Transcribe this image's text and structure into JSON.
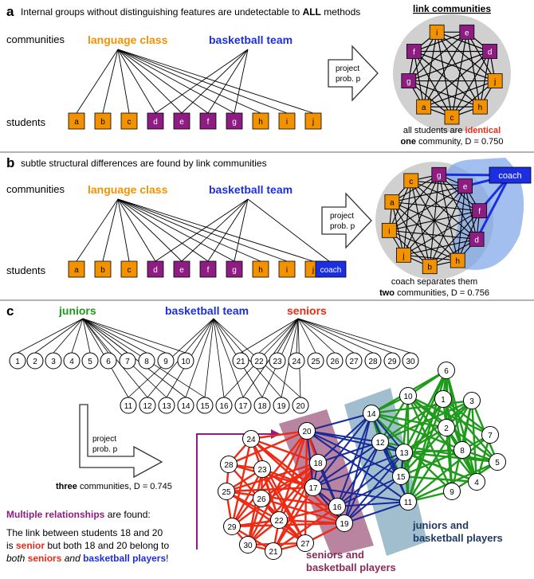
{
  "a": {
    "letter": "a",
    "heading_pre": "Internal groups without distinguishing features are undetectable to ",
    "heading_bold": "ALL",
    "heading_post": " methods",
    "communities_label": "communities",
    "students_label": "students",
    "group1": "language class",
    "group2": "basketball team",
    "students": [
      "a",
      "b",
      "c",
      "d",
      "e",
      "f",
      "g",
      "h",
      "i",
      "j"
    ],
    "arrow": [
      "project",
      "prob. p"
    ],
    "title": "link communities",
    "caption1_pre": "all students are ",
    "caption1_red": "identical",
    "caption2_bold": "one",
    "caption2_rest": " community, D = 0.750",
    "ring": [
      "i",
      "e",
      "d",
      "j",
      "h",
      "c",
      "a",
      "g",
      "f"
    ]
  },
  "b": {
    "letter": "b",
    "heading": "subtle structural differences are found by link communities",
    "communities_label": "communities",
    "students_label": "students",
    "group1": "language class",
    "group2": "basketball team",
    "students": [
      "a",
      "b",
      "c",
      "d",
      "e",
      "f",
      "g",
      "h",
      "i",
      "j"
    ],
    "coach": "coach",
    "arrow": [
      "project",
      "prob. p"
    ],
    "caption1": "coach separates them",
    "caption2_bold": "two",
    "caption2_rest": " communities, D = 0.756",
    "ring": [
      "g",
      "e",
      "f",
      "d",
      "h",
      "b",
      "j",
      "i",
      "a",
      "c"
    ]
  },
  "c": {
    "letter": "c",
    "juniors": "juniors",
    "basketball": "basketball team",
    "seniors": "seniors",
    "top_row": [
      "1",
      "2",
      "3",
      "4",
      "5",
      "6",
      "7",
      "8",
      "9",
      "10",
      "21",
      "22",
      "23",
      "24",
      "25",
      "26",
      "27",
      "28",
      "29",
      "30"
    ],
    "bottom_row": [
      "11",
      "12",
      "13",
      "14",
      "15",
      "16",
      "17",
      "18",
      "19",
      "20"
    ],
    "arrow": [
      "project",
      "prob. p"
    ],
    "three_bold": "three",
    "three_rest": " communities, D = 0.745",
    "multi_bold": "Multiple relationships",
    "multi_rest": " are found:",
    "line1": "The link between students 18 and 20",
    "line2_pre": "is ",
    "line2_senior": "senior",
    "line2_post": " but both 18 and 20 belong to",
    "line3_both": "both ",
    "line3_seniors": "seniors",
    "line3_and": " and ",
    "line3_bball": "basketball players",
    "line3_end": "!",
    "label_jb1": "juniors and",
    "label_jb2": "basketball players",
    "label_sb1": "seniors and",
    "label_sb2": "basketball players"
  },
  "colors": {
    "orange": "#f39200",
    "purple": "#8e1c82",
    "blue": "#1b2fe0",
    "red": "#ee2a14",
    "green": "#1f9a1b",
    "darkblue": "#172a9b",
    "teal": "#8fb3c6",
    "mauve": "#ad6e8e"
  }
}
